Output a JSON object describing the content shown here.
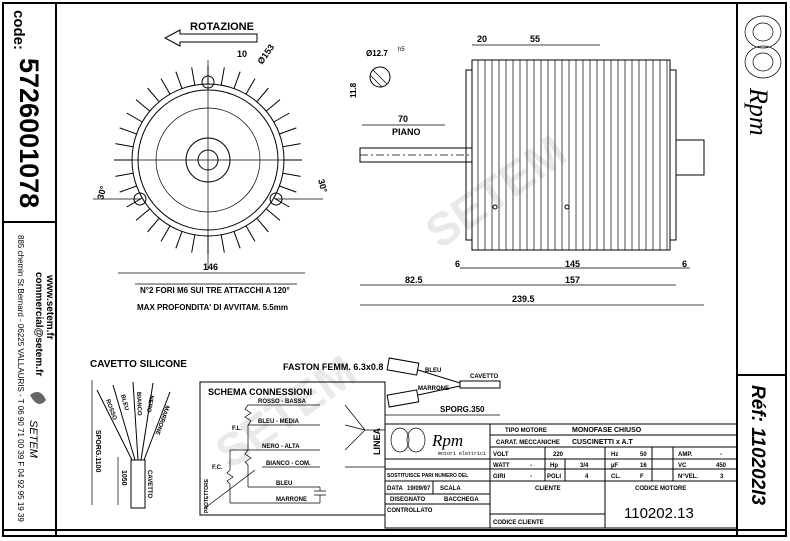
{
  "left_strip": {
    "code_label": "code:",
    "code_value": "5726001078",
    "website": "www.setem.fr",
    "email": "commercial@setem.fr",
    "address": "885 chemin St.Bernard - 06225 VALLAURIS - T 06 90 71 00 39  F 04 92 95 19 39",
    "brand": "SETEM"
  },
  "right_strip": {
    "logo_text": "Rpm",
    "ref_label": "Réf: 110202I3"
  },
  "front_view": {
    "rotation_label": "ROTAZIONE",
    "dim_slot": "10",
    "dim_diameter": "Ø153",
    "angle_left": "30°",
    "angle_right": "30°",
    "dim_width": "146",
    "note_holes": "N°2 FORI M6 SUI TRE ATTACCHI A 120°",
    "note_depth": "MAX PROFONDITA' DI AVVITAM. 5.5mm"
  },
  "side_view": {
    "shaft_diameter": "Ø12.7",
    "shaft_tol": "h5",
    "flat_height": "11.8",
    "flat_length": "70",
    "flat_label": "PIANO",
    "dim_20": "20",
    "dim_55": "55",
    "dim_6_left": "6",
    "dim_145": "145",
    "dim_6_right": "6",
    "dim_82_5": "82.5",
    "dim_157": "157",
    "dim_239_5": "239.5"
  },
  "cable": {
    "title": "CAVETTO SILICONE",
    "wires": [
      "ROSSO",
      "BLEU",
      "BIANCO",
      "NERO",
      "MARRONE"
    ],
    "sporg": "SPORG.1100",
    "len": "1050",
    "cavetto": "CAVETTO"
  },
  "faston": {
    "title": "FASTON FEMM. 6.3x0.8",
    "wire1": "BLEU",
    "wire2": "MARRONE",
    "cavetto": "CAVETTO",
    "sporg": "SPORG.350"
  },
  "schema": {
    "title": "SCHEMA CONNESSIONI",
    "wires": [
      "ROSSO - BASSA",
      "BLEU - MEDIA",
      "NERO - ALTA",
      "BIANCO - COM.",
      "BLEU",
      "MARRONE"
    ],
    "fl": "F.L.",
    "fc": "F.C.",
    "protettore": "PROTETTORE",
    "linea": "LINEA"
  },
  "title_block": {
    "logo": "Rpm",
    "logo_sub": "motori elettrici",
    "sostituisce": "SOSTITUISCE PARI NUMERO DEL",
    "data_label": "DATA",
    "data_value": "19/09/97",
    "scala_label": "SCALA",
    "disegnato_label": "DISEGNATO",
    "disegnato_value": "BACCHEGA",
    "controllato_label": "CONTROLLATO",
    "tipo_motore_label": "TIPO MOTORE",
    "tipo_motore_value": "MONOFASE CHIUSO",
    "carat_label": "CARAT. MECCANICHE",
    "carat_value": "CUSCINETTI x A.T",
    "volt_label": "VOLT",
    "volt_value": "220",
    "hz_label": "Hz",
    "hz_value": "50",
    "amp_label": "AMP.",
    "amp_value": "-",
    "watt_label": "WATT",
    "watt_value": "-",
    "hp_label": "Hp",
    "hp_value": "3/4",
    "uf_label": "µF",
    "uf_value": "16",
    "vc_label": "VC",
    "vc_value": "450",
    "giri_label": "GIRI",
    "giri_value": "-",
    "poli_label": "POLI",
    "poli_value": "4",
    "cl_label": "CL.",
    "cl_value": "F",
    "nvel_label": "N°VEL.",
    "nvel_value": "3",
    "cliente_label": "CLIENTE",
    "codice_cliente_label": "CODICE CLIENTE",
    "codice_motore_label": "CODICE MOTORE",
    "codice_motore_value": "110202.13"
  }
}
